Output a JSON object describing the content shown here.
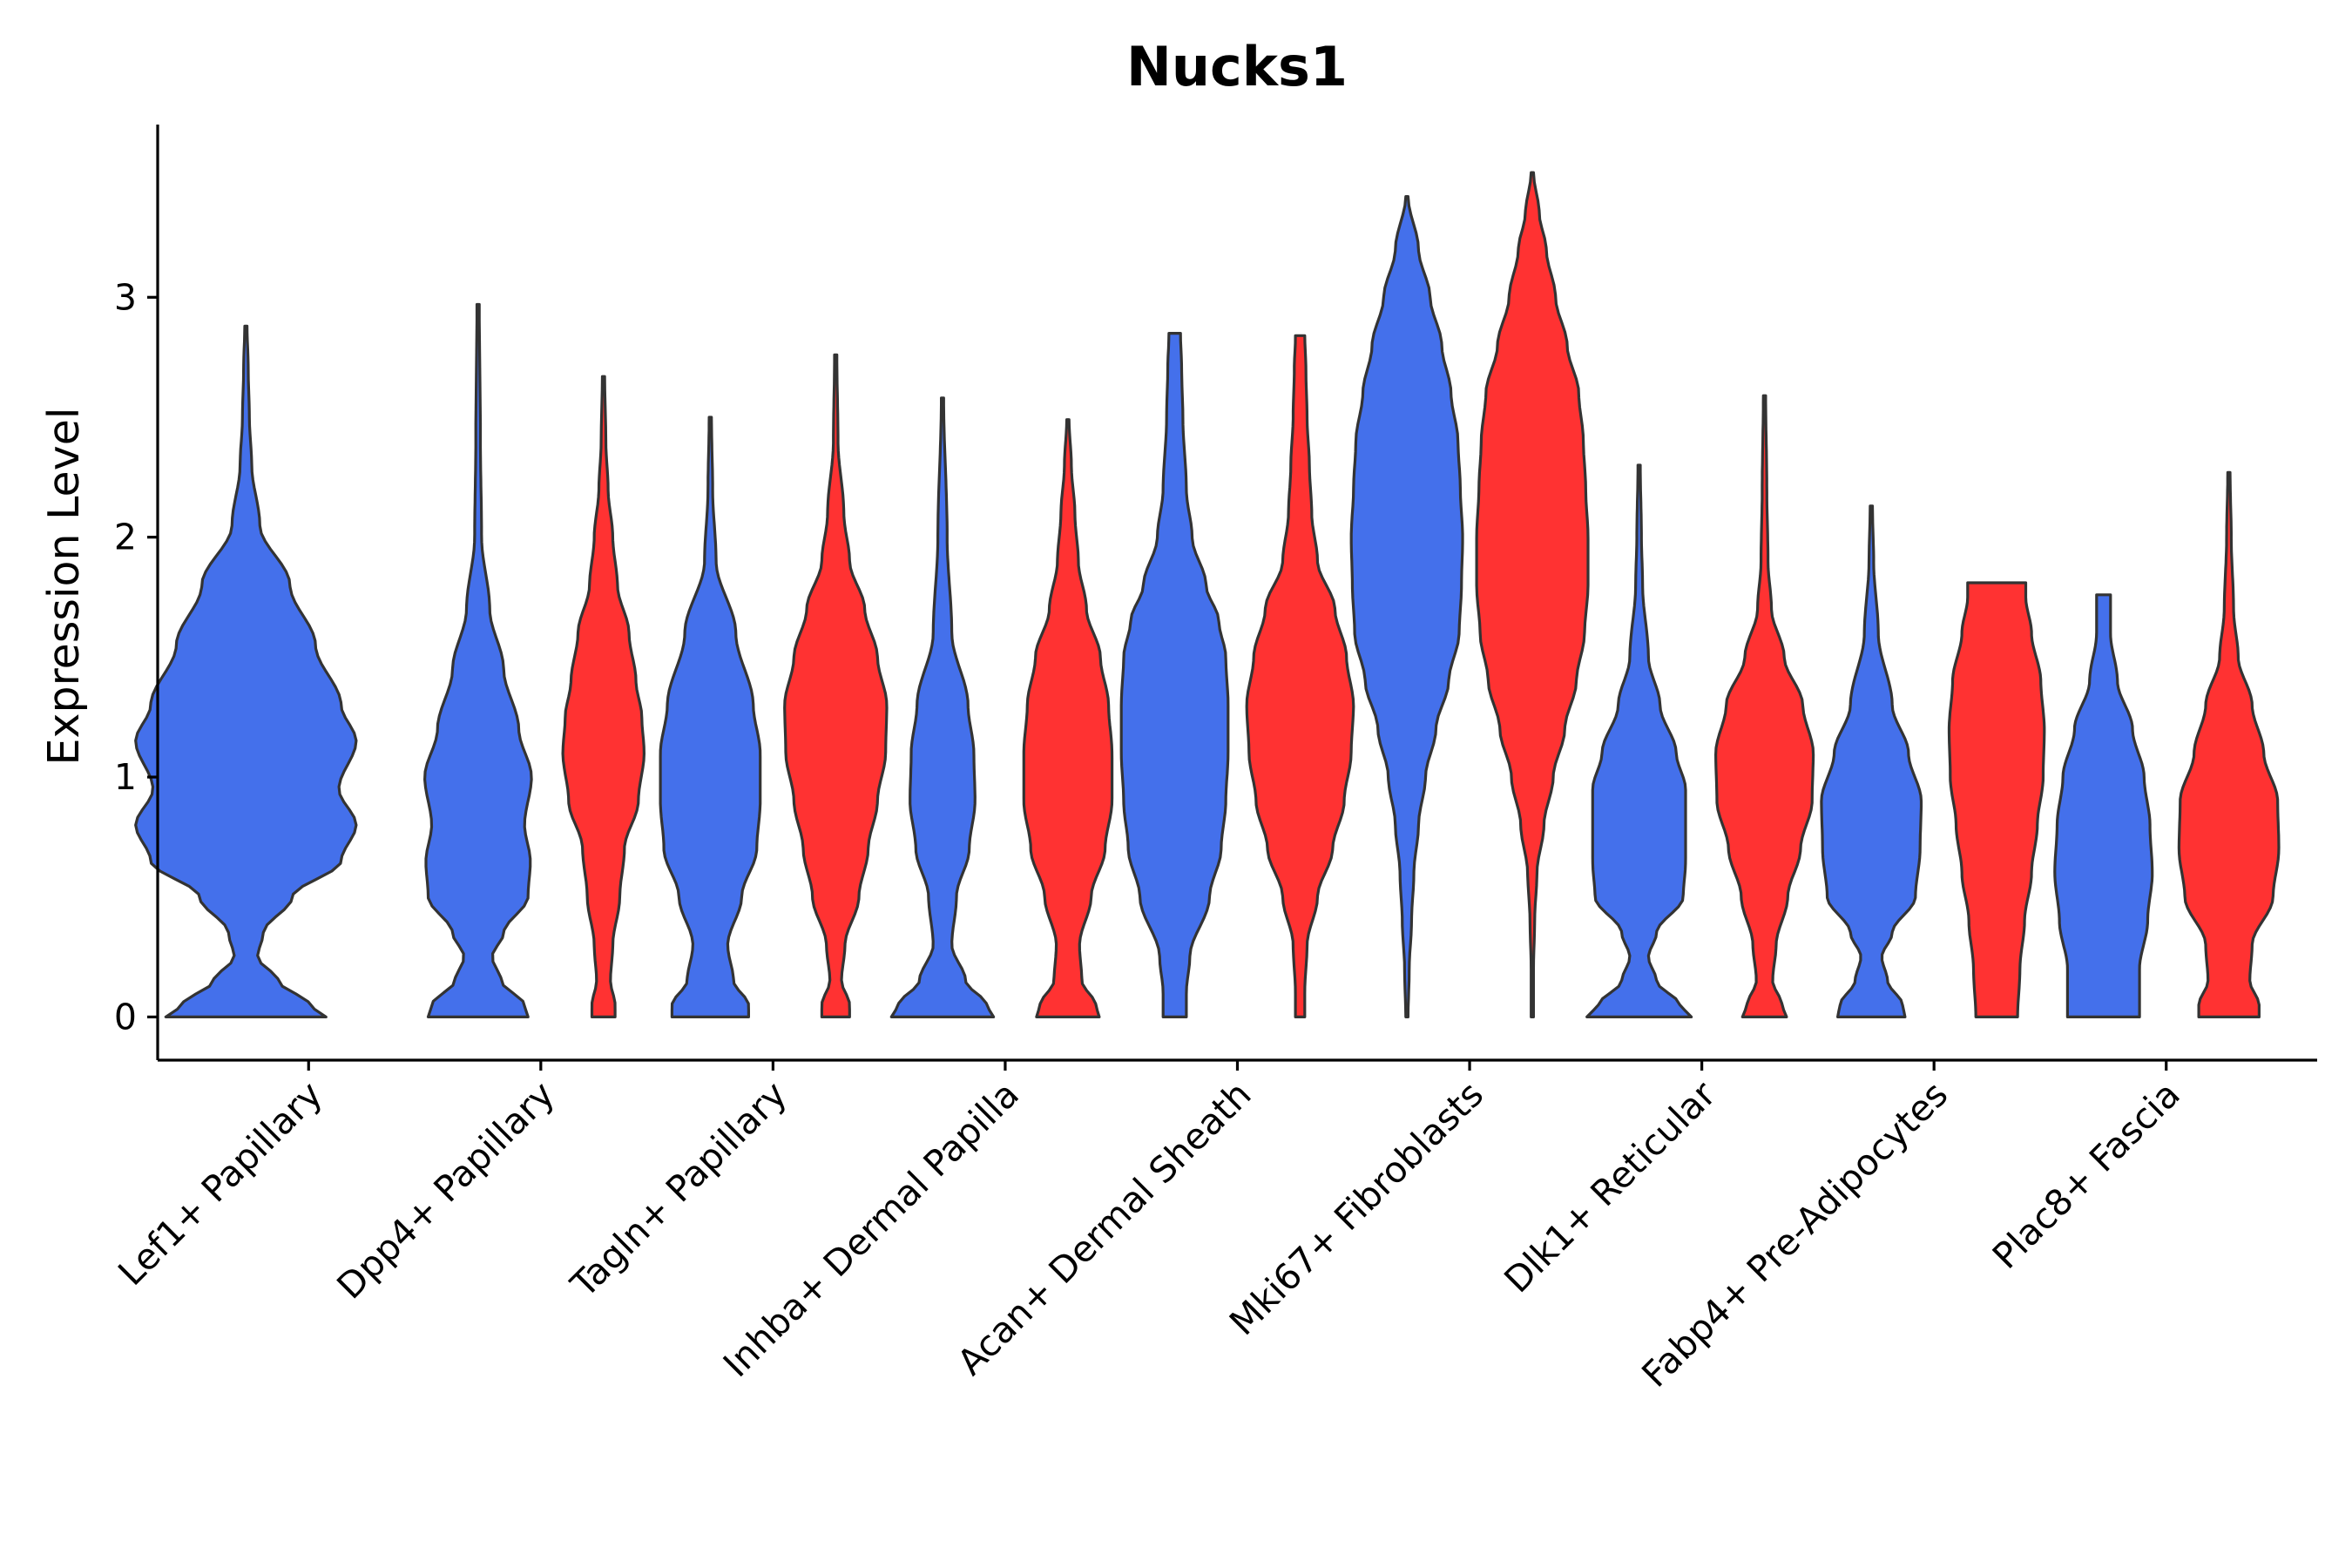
{
  "chart_data": {
    "type": "violin",
    "title": "Nucks1",
    "xlabel": "",
    "ylabel": "Expression Level",
    "ylim": [
      -0.18,
      3.72
    ],
    "yticks": [
      0,
      1,
      2,
      3
    ],
    "grid": false,
    "legend": "none",
    "categories": [
      "Lef1+ Papillary",
      "Dpp4+ Papillary",
      "Tagln+ Papillary",
      "Inhba+ Dermal Papilla",
      "Acan+ Dermal Sheath",
      "Mki67+ Fibroblasts",
      "Dlk1+ Reticular",
      "Fabp4+ Pre-Adipocytes",
      "Plac8+ Fascia"
    ],
    "series": [
      {
        "color": "#4470EB"
      },
      {
        "color": "#FF3232"
      }
    ],
    "violins": [
      {
        "category": 0,
        "series": 0,
        "max": 2.88,
        "profile": [
          [
            0,
            0.69
          ],
          [
            0.05,
            0.55
          ],
          [
            0.15,
            0.28
          ],
          [
            0.25,
            0.1
          ],
          [
            0.35,
            0.15
          ],
          [
            0.5,
            0.4
          ],
          [
            0.65,
            0.82
          ],
          [
            0.8,
            0.95
          ],
          [
            0.95,
            0.8
          ],
          [
            1.15,
            0.95
          ],
          [
            1.3,
            0.82
          ],
          [
            1.55,
            0.6
          ],
          [
            1.8,
            0.38
          ],
          [
            2.05,
            0.12
          ],
          [
            2.3,
            0.05
          ],
          [
            2.5,
            0.03
          ],
          [
            2.7,
            0.02
          ],
          [
            2.88,
            0.01
          ]
        ]
      },
      {
        "category": 1,
        "series": 0,
        "max": 2.97,
        "profile": [
          [
            0,
            0.43
          ],
          [
            0.05,
            0.4
          ],
          [
            0.15,
            0.2
          ],
          [
            0.25,
            0.12
          ],
          [
            0.35,
            0.22
          ],
          [
            0.5,
            0.43
          ],
          [
            0.65,
            0.45
          ],
          [
            0.8,
            0.4
          ],
          [
            1.0,
            0.46
          ],
          [
            1.2,
            0.35
          ],
          [
            1.45,
            0.22
          ],
          [
            1.7,
            0.1
          ],
          [
            2.0,
            0.03
          ],
          [
            2.4,
            0.02
          ],
          [
            2.97,
            0.01
          ]
        ]
      },
      {
        "category": 1,
        "series": 1,
        "max": 2.67,
        "profile": [
          [
            0,
            0.1
          ],
          [
            0.05,
            0.1
          ],
          [
            0.15,
            0.06
          ],
          [
            0.3,
            0.08
          ],
          [
            0.5,
            0.14
          ],
          [
            0.7,
            0.18
          ],
          [
            0.9,
            0.3
          ],
          [
            1.1,
            0.35
          ],
          [
            1.25,
            0.33
          ],
          [
            1.4,
            0.28
          ],
          [
            1.6,
            0.22
          ],
          [
            1.8,
            0.12
          ],
          [
            2.0,
            0.08
          ],
          [
            2.2,
            0.04
          ],
          [
            2.4,
            0.02
          ],
          [
            2.67,
            0.01
          ]
        ]
      },
      {
        "category": 2,
        "series": 0,
        "max": 2.5,
        "profile": [
          [
            0,
            0.33
          ],
          [
            0.05,
            0.33
          ],
          [
            0.15,
            0.2
          ],
          [
            0.3,
            0.15
          ],
          [
            0.5,
            0.27
          ],
          [
            0.7,
            0.4
          ],
          [
            0.9,
            0.43
          ],
          [
            1.1,
            0.43
          ],
          [
            1.3,
            0.37
          ],
          [
            1.6,
            0.22
          ],
          [
            1.9,
            0.05
          ],
          [
            2.2,
            0.02
          ],
          [
            2.5,
            0.01
          ]
        ]
      },
      {
        "category": 2,
        "series": 1,
        "max": 2.76,
        "profile": [
          [
            0,
            0.12
          ],
          [
            0.05,
            0.12
          ],
          [
            0.15,
            0.05
          ],
          [
            0.3,
            0.08
          ],
          [
            0.5,
            0.2
          ],
          [
            0.7,
            0.28
          ],
          [
            0.9,
            0.36
          ],
          [
            1.1,
            0.43
          ],
          [
            1.3,
            0.44
          ],
          [
            1.5,
            0.36
          ],
          [
            1.7,
            0.25
          ],
          [
            1.9,
            0.12
          ],
          [
            2.1,
            0.07
          ],
          [
            2.4,
            0.02
          ],
          [
            2.76,
            0.01
          ]
        ]
      },
      {
        "category": 3,
        "series": 0,
        "max": 2.58,
        "profile": [
          [
            0,
            0.44
          ],
          [
            0.05,
            0.38
          ],
          [
            0.15,
            0.2
          ],
          [
            0.3,
            0.08
          ],
          [
            0.5,
            0.12
          ],
          [
            0.7,
            0.23
          ],
          [
            0.9,
            0.28
          ],
          [
            1.1,
            0.27
          ],
          [
            1.3,
            0.22
          ],
          [
            1.6,
            0.08
          ],
          [
            2.0,
            0.04
          ],
          [
            2.58,
            0.01
          ]
        ]
      },
      {
        "category": 3,
        "series": 1,
        "max": 2.49,
        "profile": [
          [
            0,
            0.27
          ],
          [
            0.05,
            0.24
          ],
          [
            0.15,
            0.12
          ],
          [
            0.3,
            0.1
          ],
          [
            0.5,
            0.2
          ],
          [
            0.7,
            0.32
          ],
          [
            0.9,
            0.38
          ],
          [
            1.1,
            0.38
          ],
          [
            1.3,
            0.35
          ],
          [
            1.5,
            0.28
          ],
          [
            1.7,
            0.16
          ],
          [
            1.9,
            0.09
          ],
          [
            2.1,
            0.06
          ],
          [
            2.3,
            0.03
          ],
          [
            2.49,
            0.01
          ]
        ]
      },
      {
        "category": 4,
        "series": 0,
        "max": 2.85,
        "profile": [
          [
            0,
            0.1
          ],
          [
            0.1,
            0.1
          ],
          [
            0.25,
            0.13
          ],
          [
            0.5,
            0.3
          ],
          [
            0.7,
            0.4
          ],
          [
            0.9,
            0.44
          ],
          [
            1.1,
            0.46
          ],
          [
            1.3,
            0.46
          ],
          [
            1.5,
            0.44
          ],
          [
            1.65,
            0.38
          ],
          [
            1.8,
            0.27
          ],
          [
            2.0,
            0.15
          ],
          [
            2.2,
            0.1
          ],
          [
            2.5,
            0.07
          ],
          [
            2.7,
            0.06
          ],
          [
            2.85,
            0.05
          ]
        ]
      },
      {
        "category": 4,
        "series": 1,
        "max": 2.84,
        "profile": [
          [
            0,
            0.04
          ],
          [
            0.1,
            0.04
          ],
          [
            0.3,
            0.06
          ],
          [
            0.5,
            0.15
          ],
          [
            0.7,
            0.28
          ],
          [
            0.9,
            0.38
          ],
          [
            1.1,
            0.44
          ],
          [
            1.3,
            0.46
          ],
          [
            1.5,
            0.4
          ],
          [
            1.7,
            0.3
          ],
          [
            1.9,
            0.15
          ],
          [
            2.1,
            0.1
          ],
          [
            2.3,
            0.08
          ],
          [
            2.5,
            0.06
          ],
          [
            2.7,
            0.05
          ],
          [
            2.84,
            0.04
          ]
        ]
      },
      {
        "category": 5,
        "series": 0,
        "max": 3.42,
        "profile": [
          [
            0,
            0.01
          ],
          [
            0.2,
            0.02
          ],
          [
            0.4,
            0.04
          ],
          [
            0.6,
            0.06
          ],
          [
            0.8,
            0.1
          ],
          [
            1.0,
            0.16
          ],
          [
            1.2,
            0.25
          ],
          [
            1.4,
            0.36
          ],
          [
            1.6,
            0.45
          ],
          [
            1.8,
            0.47
          ],
          [
            2.0,
            0.48
          ],
          [
            2.2,
            0.46
          ],
          [
            2.4,
            0.44
          ],
          [
            2.6,
            0.38
          ],
          [
            2.8,
            0.3
          ],
          [
            3.0,
            0.2
          ],
          [
            3.2,
            0.1
          ],
          [
            3.42,
            0.01
          ]
        ]
      },
      {
        "category": 5,
        "series": 1,
        "max": 3.52,
        "profile": [
          [
            0,
            0.01
          ],
          [
            0.2,
            0.01
          ],
          [
            0.4,
            0.02
          ],
          [
            0.6,
            0.04
          ],
          [
            0.8,
            0.1
          ],
          [
            1.0,
            0.18
          ],
          [
            1.2,
            0.28
          ],
          [
            1.4,
            0.38
          ],
          [
            1.6,
            0.45
          ],
          [
            1.8,
            0.48
          ],
          [
            2.0,
            0.48
          ],
          [
            2.2,
            0.46
          ],
          [
            2.4,
            0.44
          ],
          [
            2.6,
            0.4
          ],
          [
            2.8,
            0.3
          ],
          [
            3.0,
            0.2
          ],
          [
            3.2,
            0.12
          ],
          [
            3.35,
            0.06
          ],
          [
            3.52,
            0.01
          ]
        ]
      },
      {
        "category": 6,
        "series": 0,
        "max": 2.3,
        "profile": [
          [
            0,
            0.45
          ],
          [
            0.05,
            0.35
          ],
          [
            0.15,
            0.15
          ],
          [
            0.25,
            0.08
          ],
          [
            0.35,
            0.15
          ],
          [
            0.5,
            0.38
          ],
          [
            0.65,
            0.4
          ],
          [
            0.8,
            0.4
          ],
          [
            0.95,
            0.4
          ],
          [
            1.1,
            0.32
          ],
          [
            1.3,
            0.18
          ],
          [
            1.5,
            0.08
          ],
          [
            1.8,
            0.03
          ],
          [
            2.0,
            0.02
          ],
          [
            2.3,
            0.01
          ]
        ]
      },
      {
        "category": 6,
        "series": 1,
        "max": 2.59,
        "profile": [
          [
            0,
            0.19
          ],
          [
            0.05,
            0.15
          ],
          [
            0.15,
            0.07
          ],
          [
            0.3,
            0.1
          ],
          [
            0.5,
            0.2
          ],
          [
            0.7,
            0.31
          ],
          [
            0.9,
            0.41
          ],
          [
            1.1,
            0.42
          ],
          [
            1.3,
            0.33
          ],
          [
            1.5,
            0.17
          ],
          [
            1.7,
            0.06
          ],
          [
            1.9,
            0.03
          ],
          [
            2.2,
            0.02
          ],
          [
            2.59,
            0.01
          ]
        ]
      },
      {
        "category": 7,
        "series": 0,
        "max": 2.13,
        "profile": [
          [
            0,
            0.29
          ],
          [
            0.05,
            0.27
          ],
          [
            0.15,
            0.14
          ],
          [
            0.25,
            0.09
          ],
          [
            0.35,
            0.18
          ],
          [
            0.5,
            0.38
          ],
          [
            0.7,
            0.42
          ],
          [
            0.9,
            0.43
          ],
          [
            1.1,
            0.32
          ],
          [
            1.3,
            0.18
          ],
          [
            1.6,
            0.06
          ],
          [
            1.9,
            0.02
          ],
          [
            2.13,
            0.01
          ]
        ]
      },
      {
        "category": 7,
        "series": 1,
        "max": 1.81,
        "profile": [
          [
            0,
            0.18
          ],
          [
            0.2,
            0.2
          ],
          [
            0.4,
            0.24
          ],
          [
            0.6,
            0.3
          ],
          [
            0.8,
            0.35
          ],
          [
            1.0,
            0.4
          ],
          [
            1.2,
            0.41
          ],
          [
            1.4,
            0.38
          ],
          [
            1.6,
            0.3
          ],
          [
            1.75,
            0.25
          ],
          [
            1.81,
            0.25
          ]
        ]
      },
      {
        "category": 8,
        "series": 0,
        "max": 1.76,
        "profile": [
          [
            0,
            0.31
          ],
          [
            0.1,
            0.31
          ],
          [
            0.2,
            0.31
          ],
          [
            0.4,
            0.38
          ],
          [
            0.6,
            0.42
          ],
          [
            0.8,
            0.4
          ],
          [
            1.0,
            0.35
          ],
          [
            1.2,
            0.25
          ],
          [
            1.4,
            0.12
          ],
          [
            1.6,
            0.06
          ],
          [
            1.76,
            0.06
          ]
        ]
      },
      {
        "category": 8,
        "series": 1,
        "max": 2.27,
        "profile": [
          [
            0,
            0.26
          ],
          [
            0.05,
            0.26
          ],
          [
            0.15,
            0.18
          ],
          [
            0.3,
            0.2
          ],
          [
            0.5,
            0.38
          ],
          [
            0.7,
            0.43
          ],
          [
            0.9,
            0.42
          ],
          [
            1.1,
            0.3
          ],
          [
            1.3,
            0.2
          ],
          [
            1.5,
            0.08
          ],
          [
            1.7,
            0.04
          ],
          [
            2.0,
            0.02
          ],
          [
            2.27,
            0.01
          ]
        ]
      }
    ]
  }
}
